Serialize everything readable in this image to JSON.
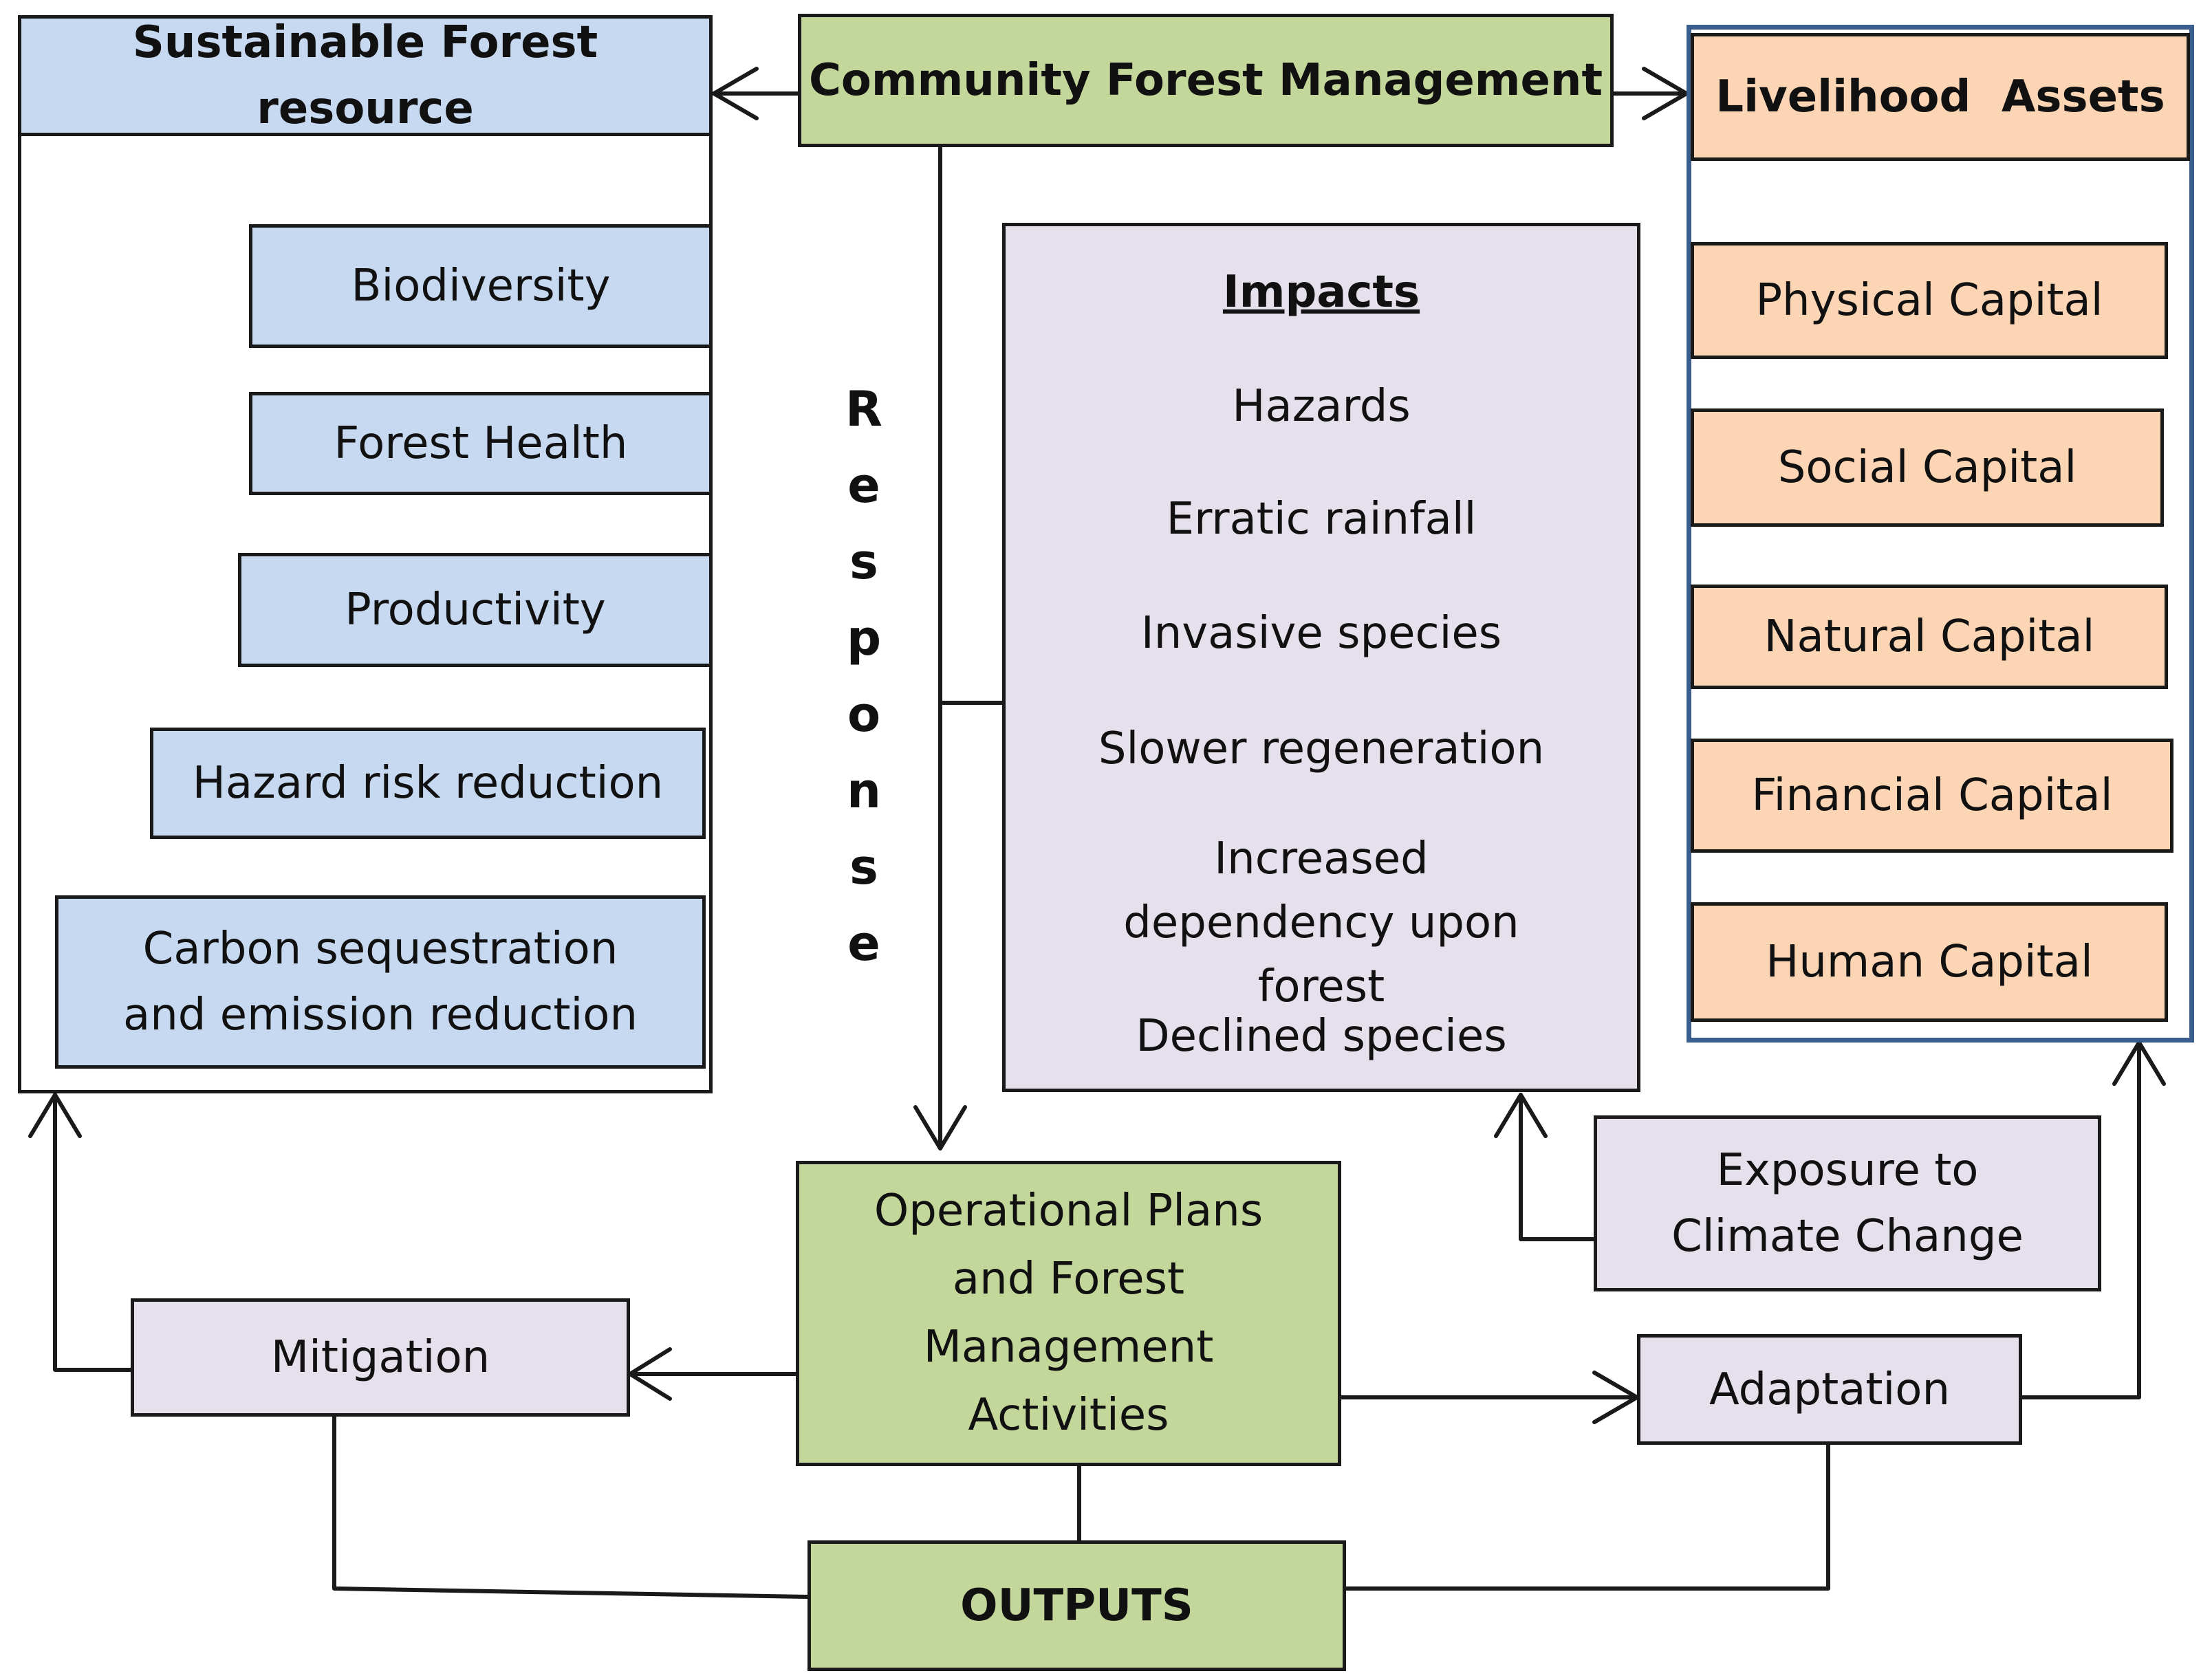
{
  "resource": {
    "title": "Sustainable Forest resource",
    "items": [
      "Biodiversity",
      "Forest Health",
      "Productivity",
      "Hazard risk reduction",
      "Carbon sequestration and emission reduction"
    ]
  },
  "cfm": {
    "title": "Community Forest Management"
  },
  "livelihood": {
    "title": "Livelihood  Assets",
    "items": [
      "Physical Capital",
      "Social Capital",
      "Natural Capital",
      "Financial Capital",
      "Human Capital"
    ]
  },
  "impacts": {
    "title": "Impacts",
    "items": [
      "Hazards",
      "Erratic rainfall",
      "Invasive species",
      "Slower regeneration",
      "Increased dependency upon forest",
      "Declined species"
    ]
  },
  "response": {
    "label": "Response"
  },
  "operational": {
    "label": "Operational Plans and Forest Management Activities"
  },
  "exposure": {
    "label": "Exposure to Climate Change"
  },
  "mitigation": {
    "label": "Mitigation"
  },
  "adaptation": {
    "label": "Adaptation"
  },
  "outputs": {
    "label": "OUTPUTS"
  },
  "colors": {
    "resource_fill": "#c6d9f1",
    "management_fill": "#c4d79b",
    "livelihood_fill": "#fcd5b5",
    "impact_fill": "#e6e0ec",
    "livelihood_frame": "#3a5f8f",
    "line": "#1a1a1a"
  }
}
